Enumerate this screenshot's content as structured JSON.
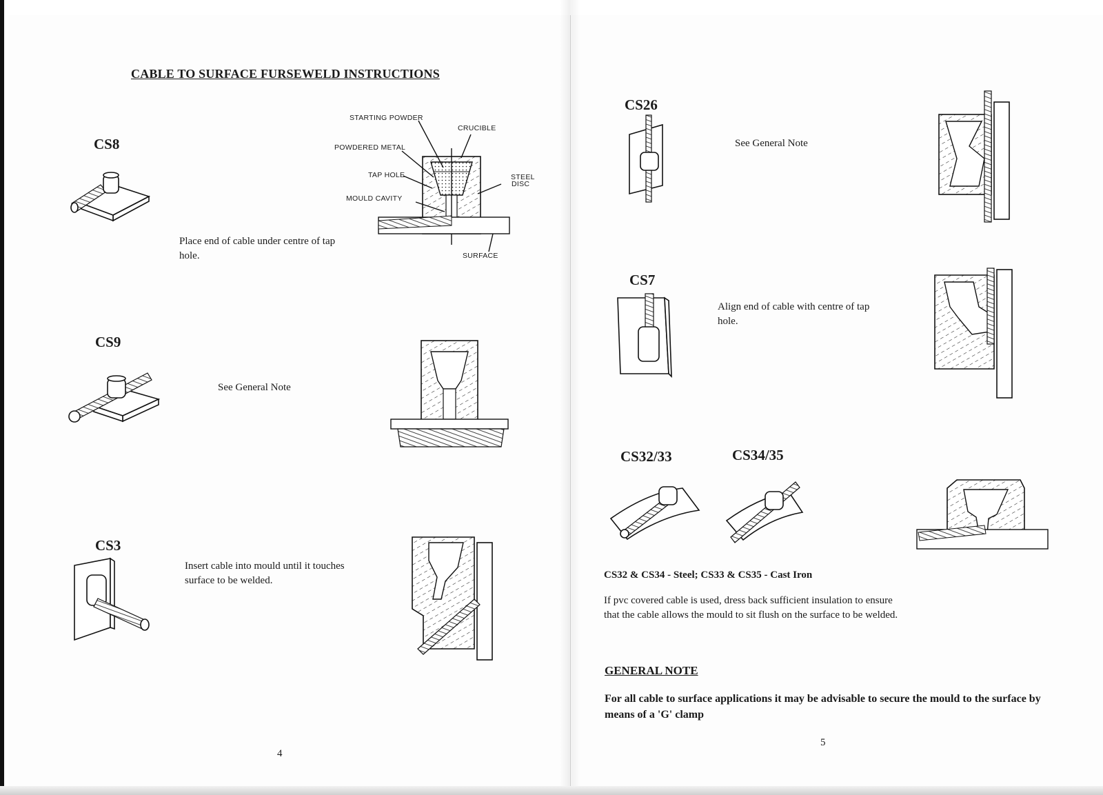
{
  "left_page": {
    "title": "CABLE TO SURFACE FURSEWELD INSTRUCTIONS",
    "sections": [
      {
        "code": "CS8",
        "text": "Place end of cable under centre of tap hole."
      },
      {
        "code": "CS9",
        "text": "See General Note"
      },
      {
        "code": "CS3",
        "text": "Insert cable into mould until it touches surface to be welded."
      }
    ],
    "diagram_labels": {
      "starting_powder": "STARTING POWDER",
      "crucible": "CRUCIBLE",
      "powdered_metal": "POWDERED METAL",
      "tap_hole": "TAP HOLE",
      "steel_disc_1": "STEEL",
      "steel_disc_2": "DISC",
      "mould_cavity": "MOULD CAVITY",
      "surface": "SURFACE"
    },
    "page_number": "4"
  },
  "right_page": {
    "sections": [
      {
        "code": "CS26",
        "text": "See General Note"
      },
      {
        "code": "CS7",
        "text": "Align end of cable with centre of tap hole."
      },
      {
        "code": "CS32/33"
      },
      {
        "code": "CS34/35"
      }
    ],
    "materials": "CS32 & CS34 - Steel; CS33 & CS35 - Cast Iron",
    "pvc_note": "If pvc covered cable is used, dress back sufficient insulation to ensure that the cable allows the mould to sit flush on the surface to be welded.",
    "general_note_heading": "GENERAL NOTE",
    "general_note_text": "For all cable to surface applications it may be advisable to secure the mould to the surface by means of a 'G' clamp",
    "page_number": "5"
  }
}
